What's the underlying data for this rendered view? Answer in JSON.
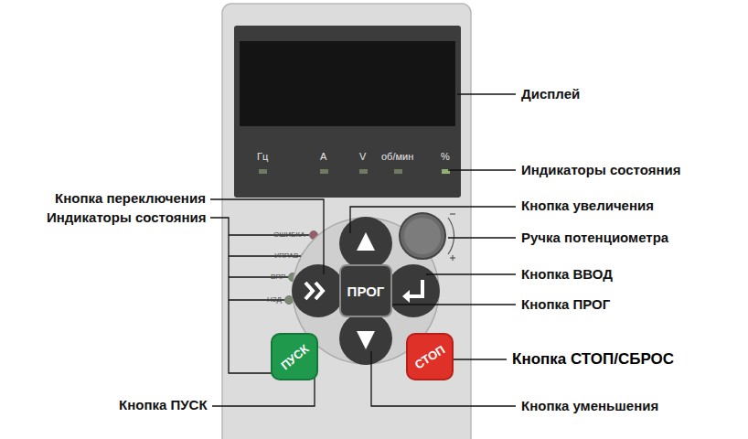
{
  "diagram": {
    "nodes": [
      {
        "text": [
          "ПРОГ"
        ]
      },
      {
        "text": [
          "ПУСК"
        ]
      },
      {
        "text": [
          "СТОП"
        ]
      }
    ],
    "labels": [
      "Дисплей",
      "Индикаторы состояния",
      "Кнопка увеличения",
      "Ручка потенциометра",
      "Кнопка ВВОД",
      "Кнопка ПРОГ",
      "Кнопка СТОП/СБРОС",
      "Кнопка уменьшения",
      "Кнопка переключения",
      "Индикаторы состояния",
      "Кнопка ПУСК",
      "Гц",
      "A",
      "V",
      "об/мин",
      "%",
      "ОШИБКА",
      "УПРАВ",
      "ВПР",
      "НЗД"
    ]
  }
}
